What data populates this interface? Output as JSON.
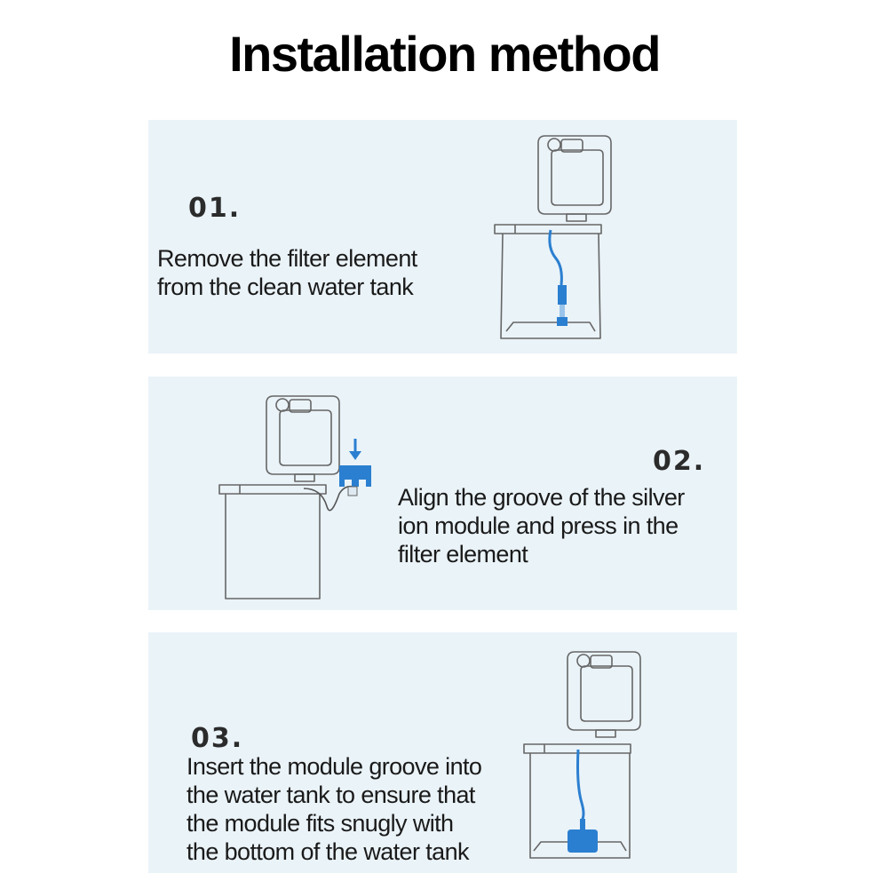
{
  "title": "Installation method",
  "steps": [
    {
      "number": "01.",
      "lines": [
        "Remove the filter element",
        "from the clean water tank"
      ]
    },
    {
      "number": "02.",
      "lines": [
        "Align the groove of the silver",
        "ion module and press in the",
        "filter element"
      ]
    },
    {
      "number": "03.",
      "lines": [
        "Insert the module groove into",
        "the water tank to ensure that",
        "the module fits snugly with",
        "the bottom of the water tank"
      ]
    }
  ],
  "colors": {
    "panel_bg": "#eaf3f8",
    "module_blue": "#2b7fd0",
    "outline": "#555555"
  }
}
